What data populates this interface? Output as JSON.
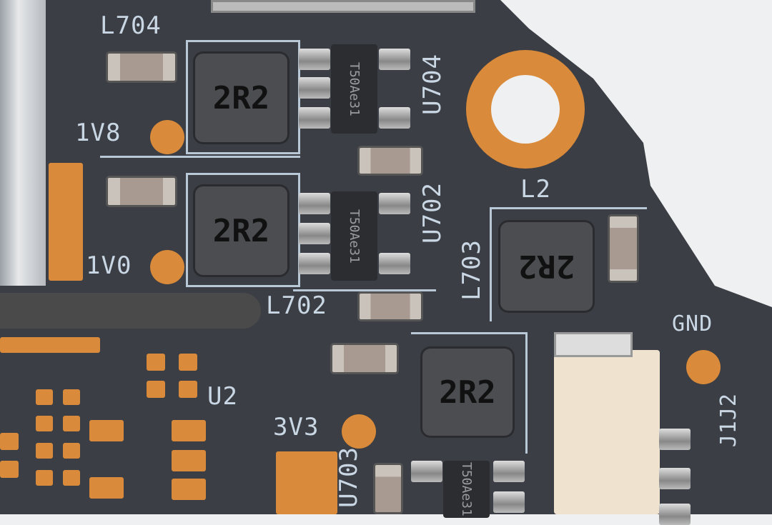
{
  "silkscreen": {
    "l704": "L704",
    "v18": "1V8",
    "u704": "U704",
    "u702": "U702",
    "v10": "1V0",
    "l702": "L702",
    "l703": "L703",
    "l2": "L2",
    "gnd": "GND",
    "j1j2": "J1J2",
    "u2": "U2",
    "v33": "3V3",
    "u703": "U703"
  },
  "inductor_marking": "2R2",
  "ic_marking": "T50Ae31",
  "colors": {
    "board": "#3b3e44",
    "copper": "#d98a3a",
    "silkscreen": "#c9d6e3",
    "connector": "#efe3cf"
  }
}
